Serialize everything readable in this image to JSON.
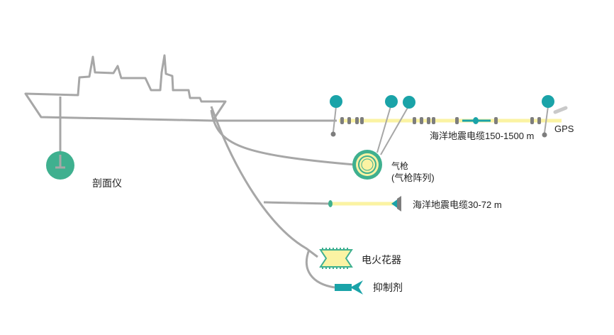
{
  "labels": {
    "profiler": "剖面仪",
    "streamer_long": "海洋地震电缆150-1500 m",
    "gps": "GPS",
    "airgun_1": "气枪",
    "airgun_2": "(气枪阵列)",
    "streamer_short": "海洋地震电缆30-72 m",
    "sparker": "电火花器",
    "suppressor": "抑制剂"
  },
  "colors": {
    "line": "#a7a7a7",
    "teal": "#1aa3a8",
    "green": "#3fb08f",
    "cable": "#fbf3a3",
    "gun_fill": "#fbf3a3",
    "gun_ring": "#3fb08f",
    "dark_node": "#7d7d7d"
  }
}
